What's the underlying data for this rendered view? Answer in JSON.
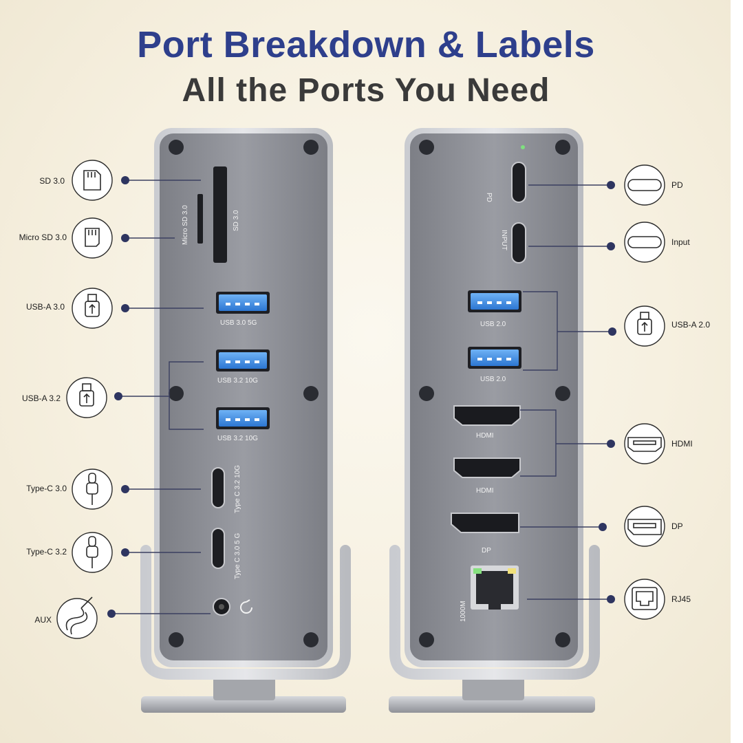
{
  "title": "Port Breakdown & Labels",
  "subtitle": "All the Ports You Need",
  "colors": {
    "title": "#2e3f8c",
    "panel": "#8e9097",
    "accent_usb": "#3c8ee8",
    "dot": "#2e3560"
  },
  "left": {
    "callouts": [
      {
        "label": "SD 3.0",
        "icon": "sd-card-icon"
      },
      {
        "label": "Micro SD 3.0",
        "icon": "micro-sd-card-icon"
      },
      {
        "label": "USB-A 3.0",
        "icon": "usb-a-icon"
      },
      {
        "label": "USB-A 3.2",
        "icon": "usb-a-icon"
      },
      {
        "label": "Type-C 3.0",
        "icon": "usb-c-icon"
      },
      {
        "label": "Type-C 3.2",
        "icon": "usb-c-icon"
      },
      {
        "label": "AUX",
        "icon": "aux-cable-icon"
      }
    ],
    "port_labels": {
      "sd": "SD 3.0",
      "micro_sd": "Micro SD 3.0",
      "usb30": "USB 3.0 5G",
      "usb32a": "USB 3.2 10G",
      "usb32b": "USB 3.2 10G",
      "typec32": "Type C 3.2 10G",
      "typec30": "Type C 3.0 5 G"
    }
  },
  "right": {
    "callouts": [
      {
        "label": "PD",
        "icon": "usb-c-port-icon"
      },
      {
        "label": "Input",
        "icon": "usb-c-port-icon"
      },
      {
        "label": "USB-A 2.0",
        "icon": "usb-a-icon"
      },
      {
        "label": "HDMI",
        "icon": "hdmi-icon"
      },
      {
        "label": "DP",
        "icon": "displayport-icon"
      },
      {
        "label": "RJ45",
        "icon": "ethernet-icon"
      }
    ],
    "port_labels": {
      "pd": "PD",
      "input": "INPUT",
      "usb20a": "USB 2.0",
      "usb20b": "USB 2.0",
      "hdmia": "HDMI",
      "hdmib": "HDMI",
      "dp": "DP",
      "rj45": "1000M"
    }
  }
}
